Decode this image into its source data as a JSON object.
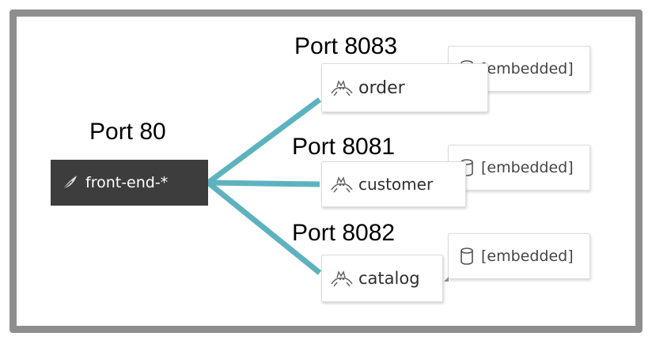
{
  "colors": {
    "connector": "#5cb3bf",
    "frontend_bg": "#3d3d3d",
    "frame": "#8e8e8e"
  },
  "frontend": {
    "port_label": "Port 80",
    "name": "front-end-*",
    "icon": "feather-icon"
  },
  "services": [
    {
      "port_label": "Port 8083",
      "name": "order",
      "icon": "tomcat-icon",
      "datastore": {
        "label": "[embedded]",
        "icon": "database-icon"
      }
    },
    {
      "port_label": "Port 8081",
      "name": "customer",
      "icon": "tomcat-icon",
      "datastore": {
        "label": "[embedded]",
        "icon": "database-icon"
      }
    },
    {
      "port_label": "Port 8082",
      "name": "catalog",
      "icon": "tomcat-icon",
      "datastore": {
        "label": "[embedded]",
        "icon": "database-icon"
      }
    }
  ]
}
